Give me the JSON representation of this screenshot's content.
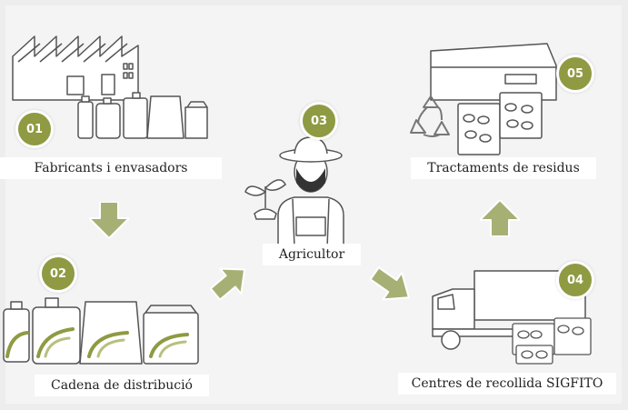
{
  "colors": {
    "badge": "#8f9a43",
    "arrow": "#a7b074",
    "accent": "#8f9a43",
    "outline": "#555555",
    "background": "#f4f4f4"
  },
  "steps": [
    {
      "number": "01",
      "label": "Fabricants i envasadors",
      "icon": "factory-and-containers-icon"
    },
    {
      "number": "02",
      "label": "Cadena de distribució",
      "icon": "retail-products-icon"
    },
    {
      "number": "03",
      "label": "Agricultor",
      "icon": "farmer-icon"
    },
    {
      "number": "04",
      "label": "Centres de recollida SIGFITO",
      "icon": "collection-truck-icon"
    },
    {
      "number": "05",
      "label": "Tractaments de residus",
      "icon": "waste-treatment-plant-icon"
    }
  ]
}
